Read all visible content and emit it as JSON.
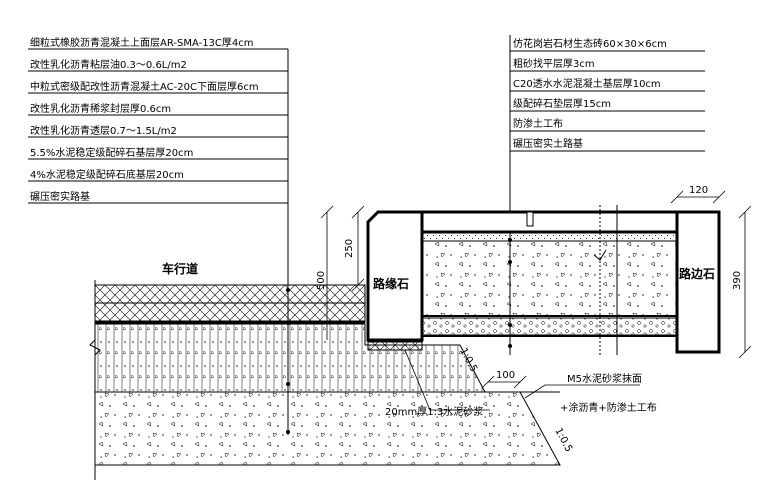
{
  "left_layers": [
    "细粒式橡胶沥青混凝土上面层AR-SMA-13C厚4cm",
    "改性乳化沥青粘层油0.3～0.6L/m2",
    "中粒式密级配改性沥青混凝土AC-20C下面层厚6cm",
    "改性乳化沥青稀浆封层厚0.6cm",
    "改性乳化沥青透层0.7～1.5L/m2",
    "5.5%水泥稳定级配碎石基层厚20cm",
    "4%水泥稳定级配碎石底基层20cm",
    "碾压密实路基"
  ],
  "right_layers": [
    "仿花岗岩石材生态砖60×30×6cm",
    "粗砂找平层厚3cm",
    "C20透水水泥混凝土基层厚10cm",
    "级配碎石垫层厚15cm",
    "防渗土工布",
    "碾压密实土路基"
  ],
  "labels": {
    "carriageway": "车行道",
    "curb_stone": "路缘石",
    "edge_stone": "路边石",
    "mortar_layer": "20mm厚1:3水泥砂浆",
    "m5_note": "M5水泥砂浆抹面",
    "asphalt_note": "+涂沥青+防渗土工布"
  },
  "dimensions": {
    "d250": "250",
    "d500": "500",
    "d120": "120",
    "d390": "390",
    "d100": "100",
    "slope_a": "1:0.5",
    "slope_b": "1:0.5"
  }
}
